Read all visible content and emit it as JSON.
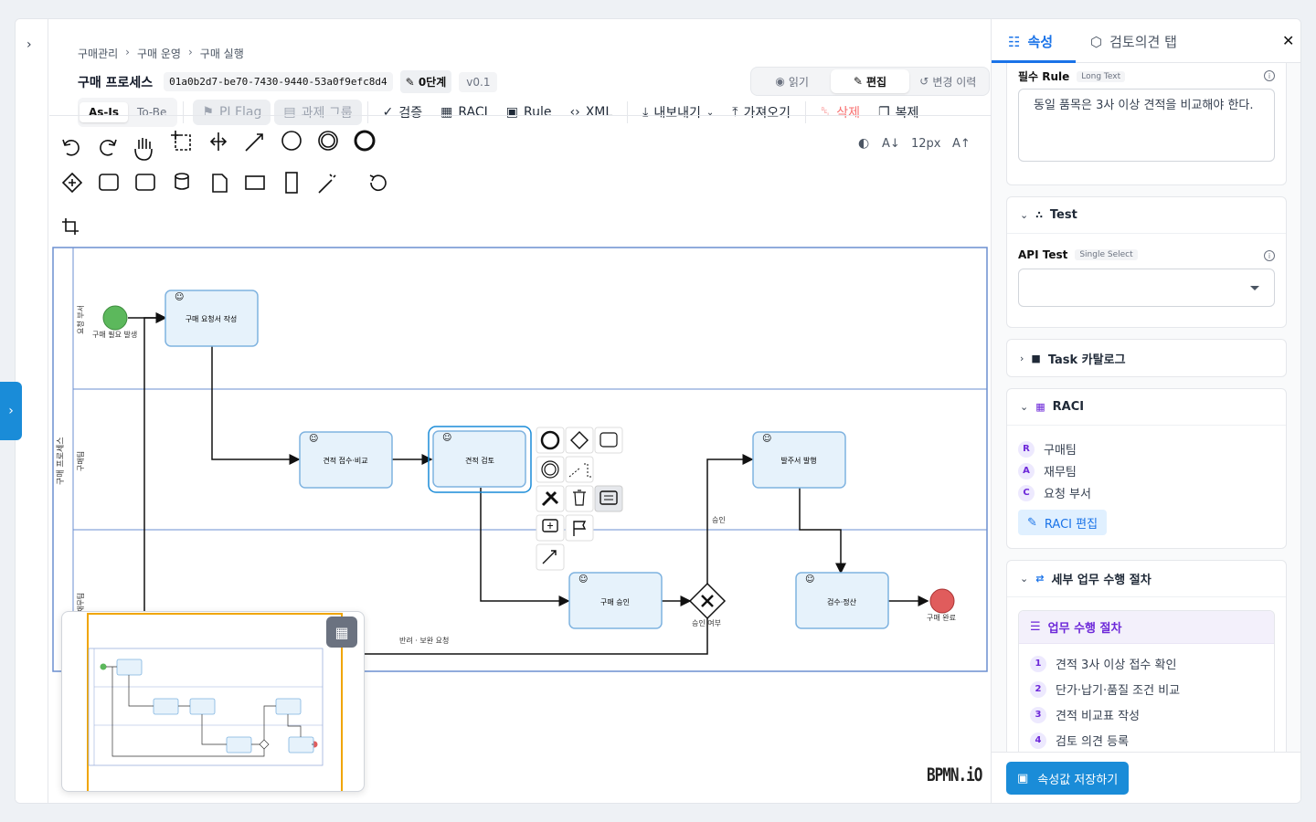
{
  "breadcrumb": [
    "구매관리",
    "구매 운영",
    "구매 실행"
  ],
  "header": {
    "title": "구매 프로세스",
    "process_id": "01a0b2d7-be70-7430-9440-53a0f9efc8d4",
    "stage": "0단계",
    "version": "v0.1"
  },
  "modes": [
    {
      "label": "읽기",
      "icon": "eye-icon"
    },
    {
      "label": "편집",
      "icon": "pencil-icon",
      "active": true
    },
    {
      "label": "변경 이력",
      "icon": "history-icon"
    }
  ],
  "toolbar": {
    "asis": "As-Is",
    "tobe": "To-Be",
    "pi_flag": "PI Flag",
    "task_group": "과제 그룹",
    "validate": "검증",
    "raci": "RACI",
    "rule": "Rule",
    "xml": "XML",
    "export": "내보내기",
    "import": "가져오기",
    "delete": "삭제",
    "duplicate": "복제"
  },
  "font_size": "12px",
  "diagram": {
    "pool_label": "구매 프로세스",
    "lanes": [
      "요청 부서",
      "구매팀",
      "재무팀"
    ],
    "start_event": "구매 필요 발생",
    "end_event": "구매 완료",
    "tasks": [
      "구매 요청서 작성",
      "견적 접수·비교",
      "견적 검토",
      "구매 승인",
      "발주서 발행",
      "검수·정산"
    ],
    "gateway": "승인 여부",
    "flow_approve": "승인",
    "flow_reject": "반려 · 보완 요청"
  },
  "branding": "BPMN.iO",
  "panel": {
    "tabs": [
      "속성",
      "검토의견 탭"
    ],
    "rule_label": "필수 Rule",
    "rule_tag": "Long Text",
    "rule_value": "동일 품목은 3사 이상 견적을 비교해야 한다.",
    "test_header": "Test",
    "api_test_label": "API Test",
    "api_test_tag": "Single Select",
    "api_test_value": "",
    "catalog_header": "Task 카탈로그",
    "raci_header": "RACI",
    "raci": [
      {
        "code": "R",
        "name": "구매팀"
      },
      {
        "code": "A",
        "name": "재무팀"
      },
      {
        "code": "C",
        "name": "요청 부서"
      }
    ],
    "raci_edit": "RACI 편집",
    "procedure_header": "세부 업무 수행 절차",
    "procedure_box_title": "업무 수행 절차",
    "procedure_steps": [
      "견적 3사 이상 접수 확인",
      "단가·납기·품질 조건 비교",
      "견적 비교표 작성",
      "검토 의견 등록"
    ],
    "save": "속성값 저장하기"
  },
  "colors": {
    "accent": "#1a73e8",
    "task_fill": "#e6f2fb",
    "task_stroke": "#7fb3e0",
    "start": "#5cb85c",
    "end": "#e05c5c",
    "lane_border": "#6b8fd1"
  }
}
